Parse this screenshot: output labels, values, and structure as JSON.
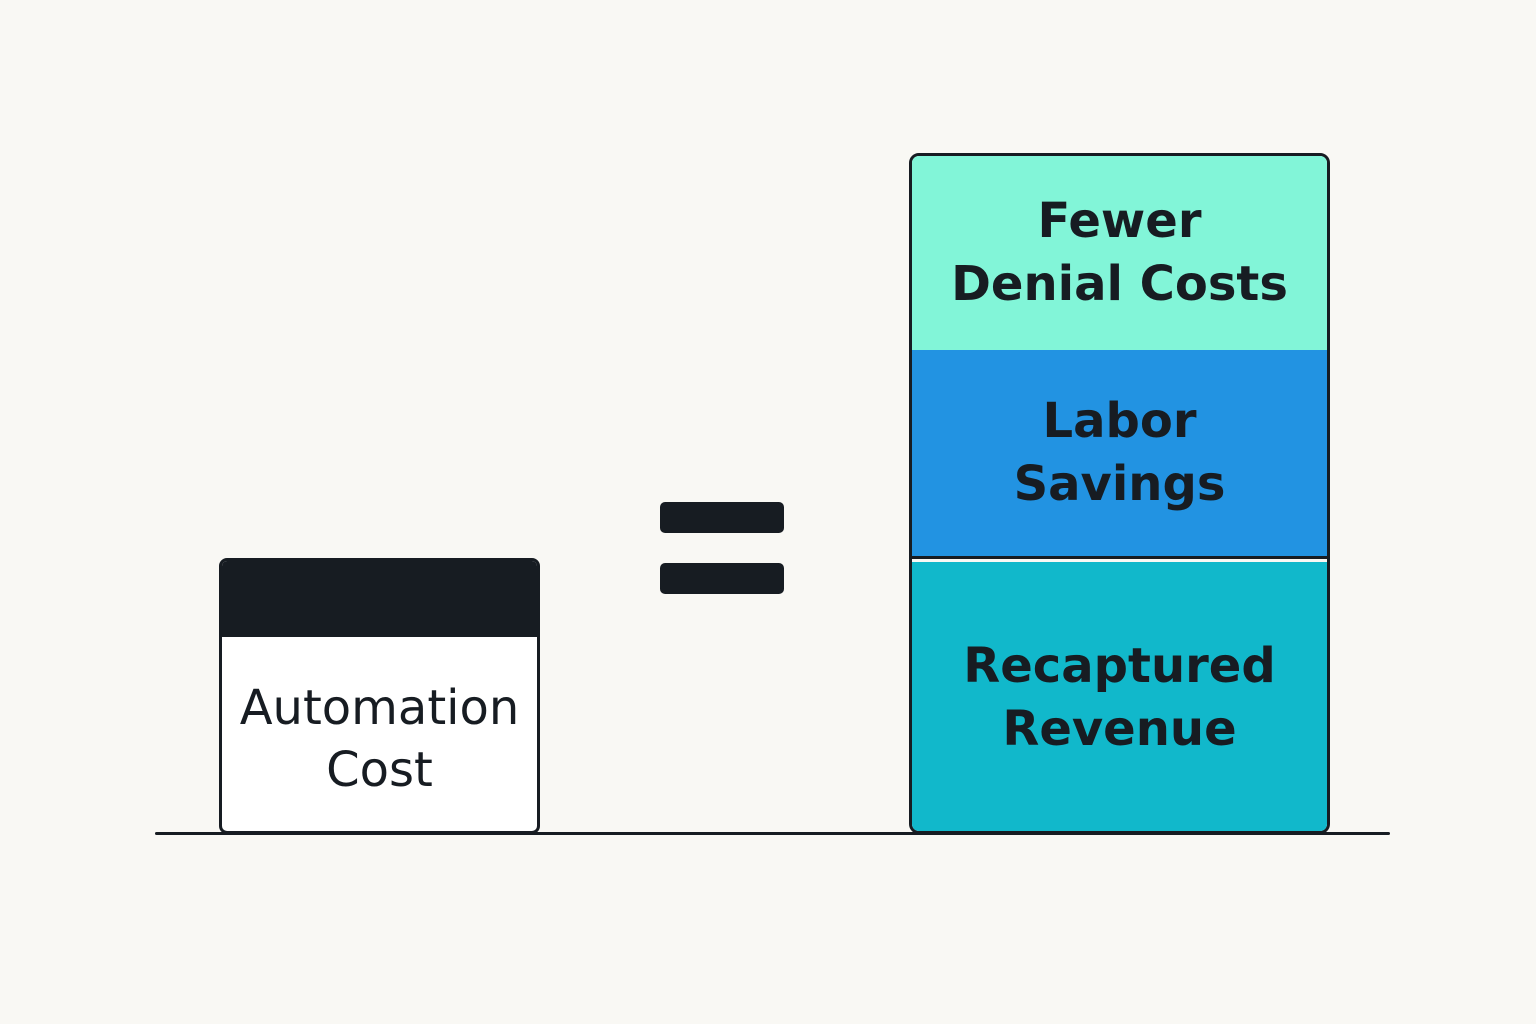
{
  "colors": {
    "background": "#f9f8f4",
    "ink": "#171c22",
    "cost_box_fill": "#ffffff",
    "fewer_denial_costs": "#82f5d8",
    "labor_savings": "#2293e2",
    "recaptured_revenue": "#11b8cb"
  },
  "left_block": {
    "label": "Automation\nCost"
  },
  "operator": {
    "icon": "equals-sign-icon"
  },
  "right_stack": {
    "segments": [
      {
        "label": "Fewer\nDenial Costs"
      },
      {
        "label": "Labor\nSavings"
      },
      {
        "label": "Recaptured\nRevenue"
      }
    ]
  }
}
